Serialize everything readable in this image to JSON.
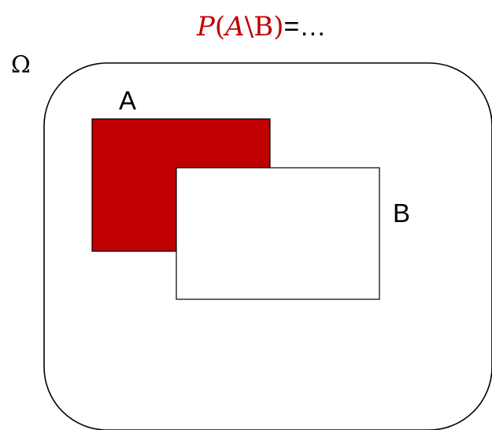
{
  "formula": {
    "P": "P",
    "open_paren": "(",
    "A": "A",
    "setminus": "\\",
    "B": "B",
    "close_paren": ")",
    "equals": "=",
    "ellipsis": "…"
  },
  "labels": {
    "omega": "Ω",
    "set_a": "A",
    "set_b": "B"
  },
  "colors": {
    "set_a_fill": "#c00000",
    "formula_accent": "#c00000",
    "set_b_fill": "#ffffff",
    "outline": "#000000"
  }
}
